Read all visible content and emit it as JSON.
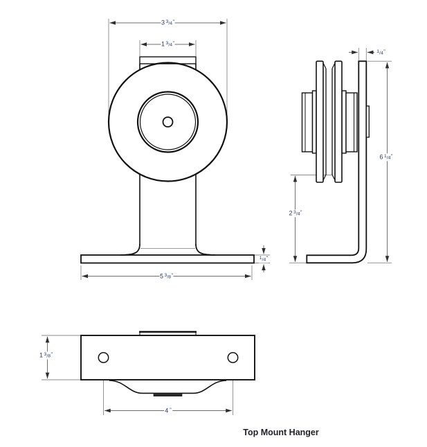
{
  "caption": "Top Mount Hanger",
  "colors": {
    "object_line": "#111111",
    "dimension_line": "#6e6e6e",
    "arrow": "#2f2f2f",
    "dimension_text": "#20386b",
    "caption_text": "#1c2127",
    "dark_bar_fill": "#2b2b2b",
    "background": "#ffffff"
  },
  "dims": {
    "wheel_diameter": {
      "whole": "3",
      "num": "3",
      "slash": "/",
      "den": "4",
      "unit": "\""
    },
    "strap_width": {
      "whole": "1",
      "num": "3",
      "slash": "/",
      "den": "4",
      "unit": "\""
    },
    "base_width": {
      "whole": "5",
      "num": "3",
      "slash": "/",
      "den": "8",
      "unit": "\""
    },
    "base_thickness": {
      "whole": "",
      "num": "1",
      "slash": "/",
      "den": "4",
      "unit": "\""
    },
    "plate_thickness": {
      "whole": "",
      "num": "1",
      "slash": "/",
      "den": "4",
      "unit": "\""
    },
    "overall_height": {
      "whole": "6",
      "num": "1",
      "slash": "/",
      "den": "4",
      "unit": "\""
    },
    "clearance_height": {
      "whole": "2",
      "num": "3",
      "slash": "/",
      "den": "4",
      "unit": "\""
    },
    "plate_depth": {
      "whole": "1",
      "num": "3",
      "slash": "/",
      "den": "8",
      "unit": "\""
    },
    "hole_spacing": {
      "whole": "4",
      "num": "",
      "slash": "",
      "den": "",
      "unit": "\""
    }
  }
}
